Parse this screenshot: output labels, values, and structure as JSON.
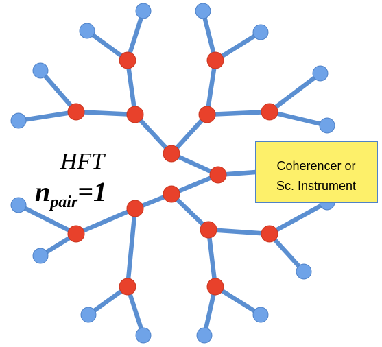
{
  "diagram": {
    "title": "HFT",
    "formula": {
      "symbol": "n",
      "subscript": "pair",
      "equals": "=1"
    },
    "callout": {
      "line1": "Coherencer or",
      "line2": "Sc. Instrument"
    },
    "colors": {
      "edge": "#5b8fd1",
      "internal_node": "#e8412b",
      "leaf_node": "#6fa3e8",
      "callout_fill": "#fdf06a"
    }
  }
}
